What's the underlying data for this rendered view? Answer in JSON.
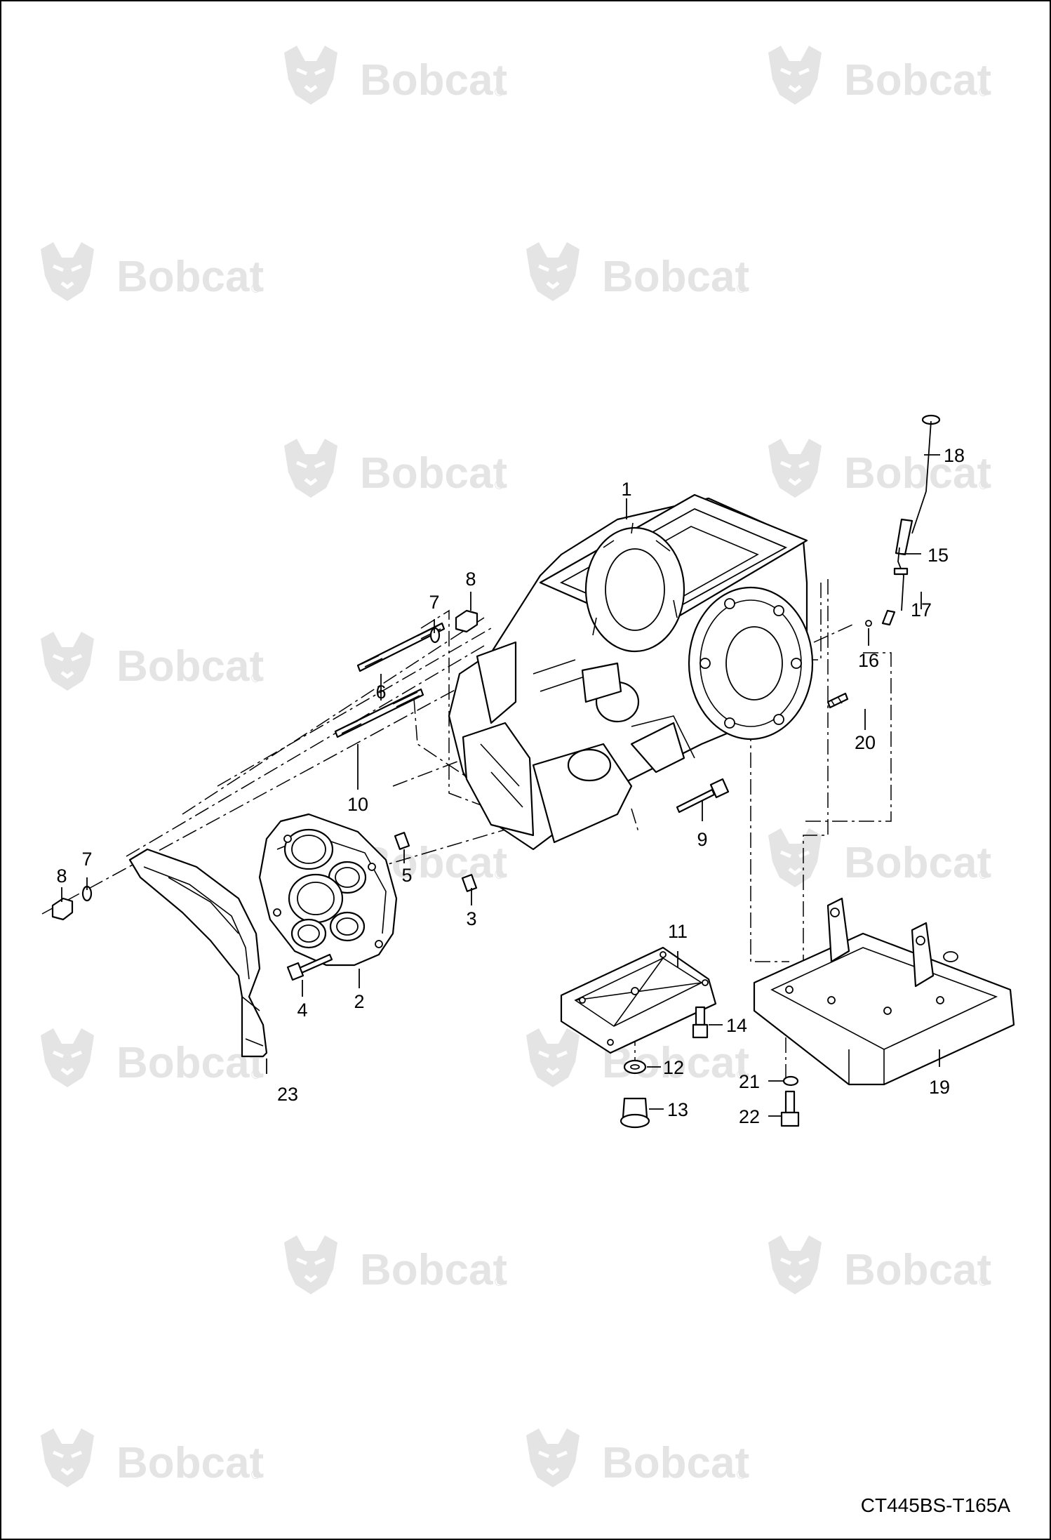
{
  "watermark": {
    "brand": "Bobcat",
    "mark": "®",
    "icon": "bobcat-head-logo-icon",
    "color": "#e4e4e4"
  },
  "document_code": "CT445BS-T165A",
  "callouts": [
    {
      "id": "c1",
      "label": "1"
    },
    {
      "id": "c2",
      "label": "2"
    },
    {
      "id": "c3",
      "label": "3"
    },
    {
      "id": "c4",
      "label": "4"
    },
    {
      "id": "c5",
      "label": "5"
    },
    {
      "id": "c6",
      "label": "6"
    },
    {
      "id": "c7a",
      "label": "7"
    },
    {
      "id": "c7b",
      "label": "7"
    },
    {
      "id": "c8a",
      "label": "8"
    },
    {
      "id": "c8b",
      "label": "8"
    },
    {
      "id": "c9",
      "label": "9"
    },
    {
      "id": "c10",
      "label": "10"
    },
    {
      "id": "c11",
      "label": "11"
    },
    {
      "id": "c12",
      "label": "12"
    },
    {
      "id": "c13",
      "label": "13"
    },
    {
      "id": "c14",
      "label": "14"
    },
    {
      "id": "c15",
      "label": "15"
    },
    {
      "id": "c16",
      "label": "16"
    },
    {
      "id": "c17",
      "label": "17"
    },
    {
      "id": "c18",
      "label": "18"
    },
    {
      "id": "c19",
      "label": "19"
    },
    {
      "id": "c20",
      "label": "20"
    },
    {
      "id": "c21",
      "label": "21"
    },
    {
      "id": "c22",
      "label": "22"
    },
    {
      "id": "c23",
      "label": "23"
    }
  ]
}
